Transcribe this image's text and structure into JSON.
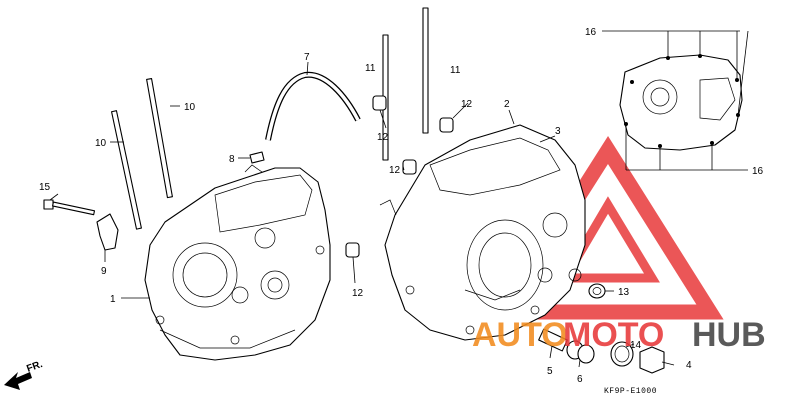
{
  "diagram": {
    "code": "KF9P-E1000",
    "direction_label": "FR.",
    "watermark": {
      "brand_parts": [
        "AUTO",
        "MOTO",
        "HUB"
      ],
      "colors": {
        "accent": "#f28c1e",
        "red": "#e8393a",
        "dark": "#444444"
      }
    },
    "callouts": {
      "c1": "1",
      "c2": "2",
      "c3": "3",
      "c4": "4",
      "c5": "5",
      "c6": "6",
      "c7": "7",
      "c8": "8",
      "c9": "9",
      "c10a": "10",
      "c10b": "10",
      "c11a": "11",
      "c11b": "11",
      "c12a": "12",
      "c12b": "12",
      "c12c": "12",
      "c12d": "12",
      "c13": "13",
      "c14": "14",
      "c15": "15",
      "c16a": "16",
      "c16b": "16"
    }
  }
}
